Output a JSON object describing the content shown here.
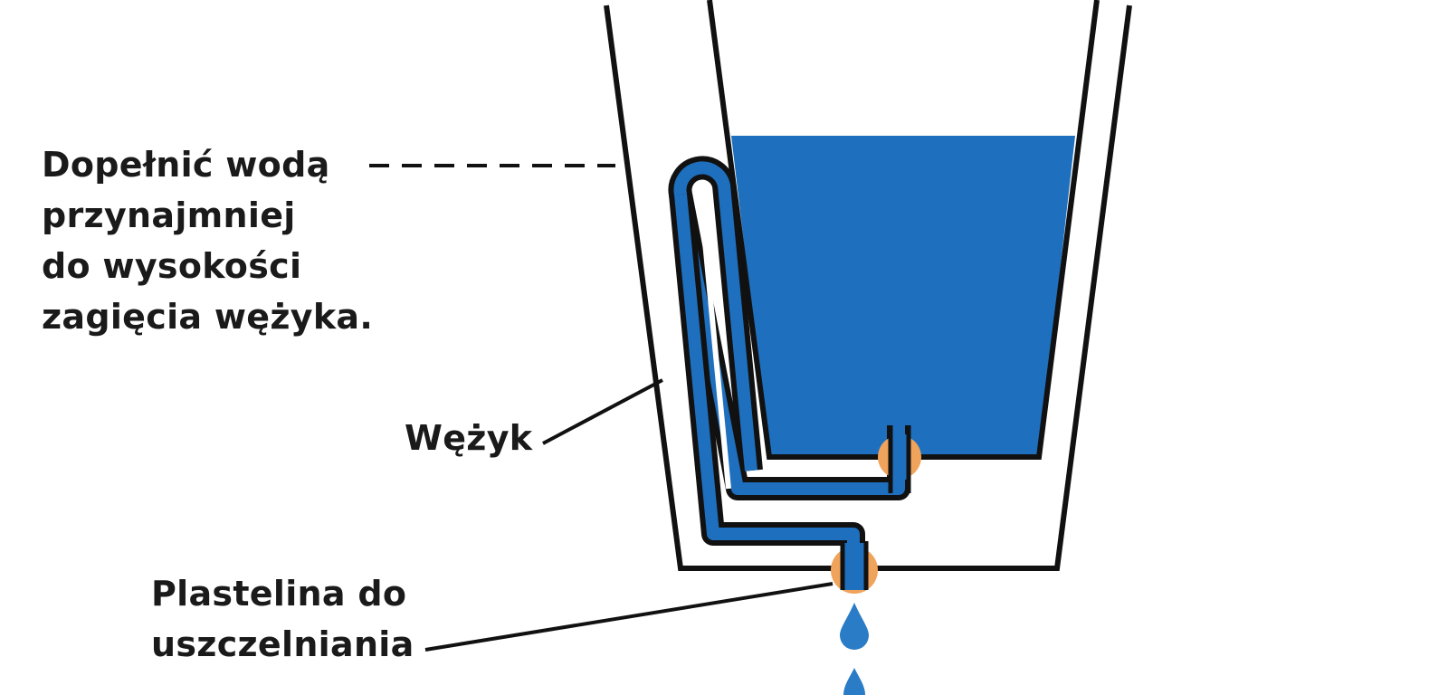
{
  "labels": {
    "fill_water": [
      "Dopełnić wodą",
      "przynajmniej",
      "do wysokości",
      "zagięcia wężyka."
    ],
    "tube": "Wężyk",
    "plasticine": [
      "Plastelina do",
      "uszczelniania"
    ]
  },
  "colors": {
    "water": "#1e6fbe",
    "plasticine": "#f0a35a",
    "outline": "#111111",
    "drop": "#2a7cc7"
  }
}
